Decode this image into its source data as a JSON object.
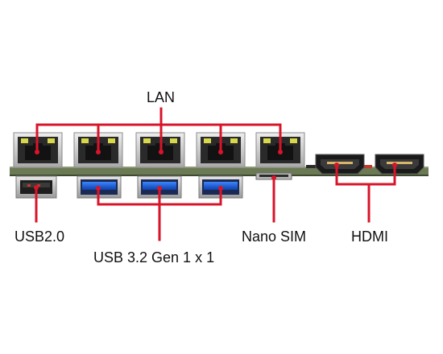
{
  "labels": {
    "lan": "LAN",
    "usb2": "USB2.0",
    "usb3": "USB 3.2 Gen 1 x 1",
    "nano_sim": "Nano SIM",
    "hdmi": "HDMI"
  },
  "colors": {
    "leader_line": "#d9142a",
    "board": "#6b7a55",
    "board_edge": "#3d4a30",
    "usb3_blue": "#1c5fd6",
    "usb_shell": "#c9c9c9",
    "rj45_shell": "#d4d4d4",
    "rj45_led_yellow": "#d8d84a",
    "hdmi_black": "#1a1a1a"
  },
  "ports": {
    "rj45_count": 5,
    "usb3_count": 3,
    "usb2_count": 1,
    "hdmi_count": 2,
    "nano_sim_count": 1
  }
}
